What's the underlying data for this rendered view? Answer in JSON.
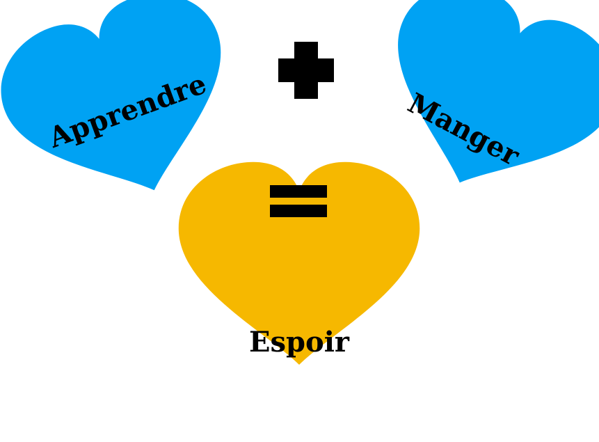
{
  "hearts": {
    "left": {
      "label": "Apprendre",
      "color": "#00A2F3"
    },
    "right": {
      "label": "Manger",
      "color": "#00A2F3"
    },
    "result": {
      "label": "Espoir",
      "color": "#F6B800"
    }
  },
  "operators": {
    "plus": "+",
    "equals": "="
  }
}
